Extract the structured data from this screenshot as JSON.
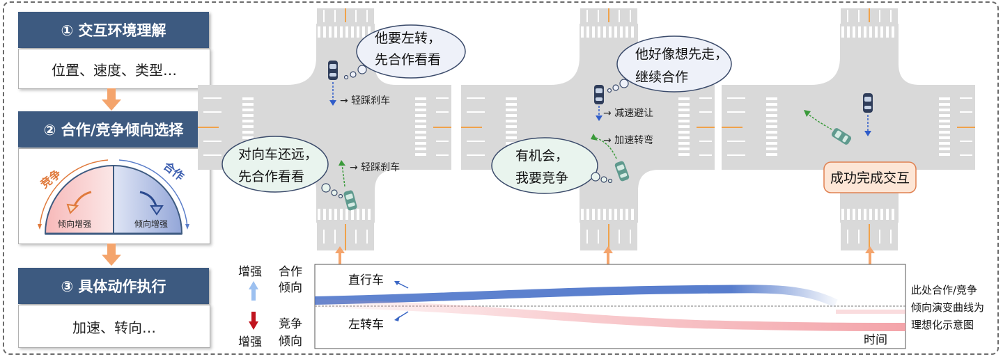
{
  "steps": [
    {
      "title": "① 交互环境理解",
      "body": "位置、速度、类型…"
    },
    {
      "title": "② 合作/竞争倾向选择",
      "body": ""
    },
    {
      "title": "③ 具体动作执行",
      "body": "加速、转向…"
    }
  ],
  "tendency_gauge": {
    "left_label": "竞争",
    "right_label": "合作",
    "left_caption": "倾向增强",
    "right_caption": "倾向增强"
  },
  "scenes": [
    {
      "bubbles": [
        "他要左转，\n先合作看看",
        "对向车还远，\n先合作看看"
      ],
      "action_labels": [
        "→ 轻踩刹车",
        "→ 轻踩刹车"
      ]
    },
    {
      "bubbles": [
        "他好像想先走，\n继续合作",
        "有机会，\n我要竞争"
      ],
      "action_labels": [
        "→ 减速避让",
        "→ 加速转弯"
      ]
    },
    {
      "result_label": "成功完成交互"
    }
  ],
  "evolution_chart": {
    "y_top_left": "增强",
    "y_top_right": "合作\n倾向",
    "y_bottom_left": "增强",
    "y_bottom_right": "竞争\n倾向",
    "series_labels": [
      "直行车",
      "左转车"
    ],
    "x_label": "时间",
    "note": "此处合作/竞争\n倾向演变曲线为\n理想化示意图",
    "colors": {
      "cooperate": "#3a66c4",
      "compete": "#f29aa0"
    }
  }
}
